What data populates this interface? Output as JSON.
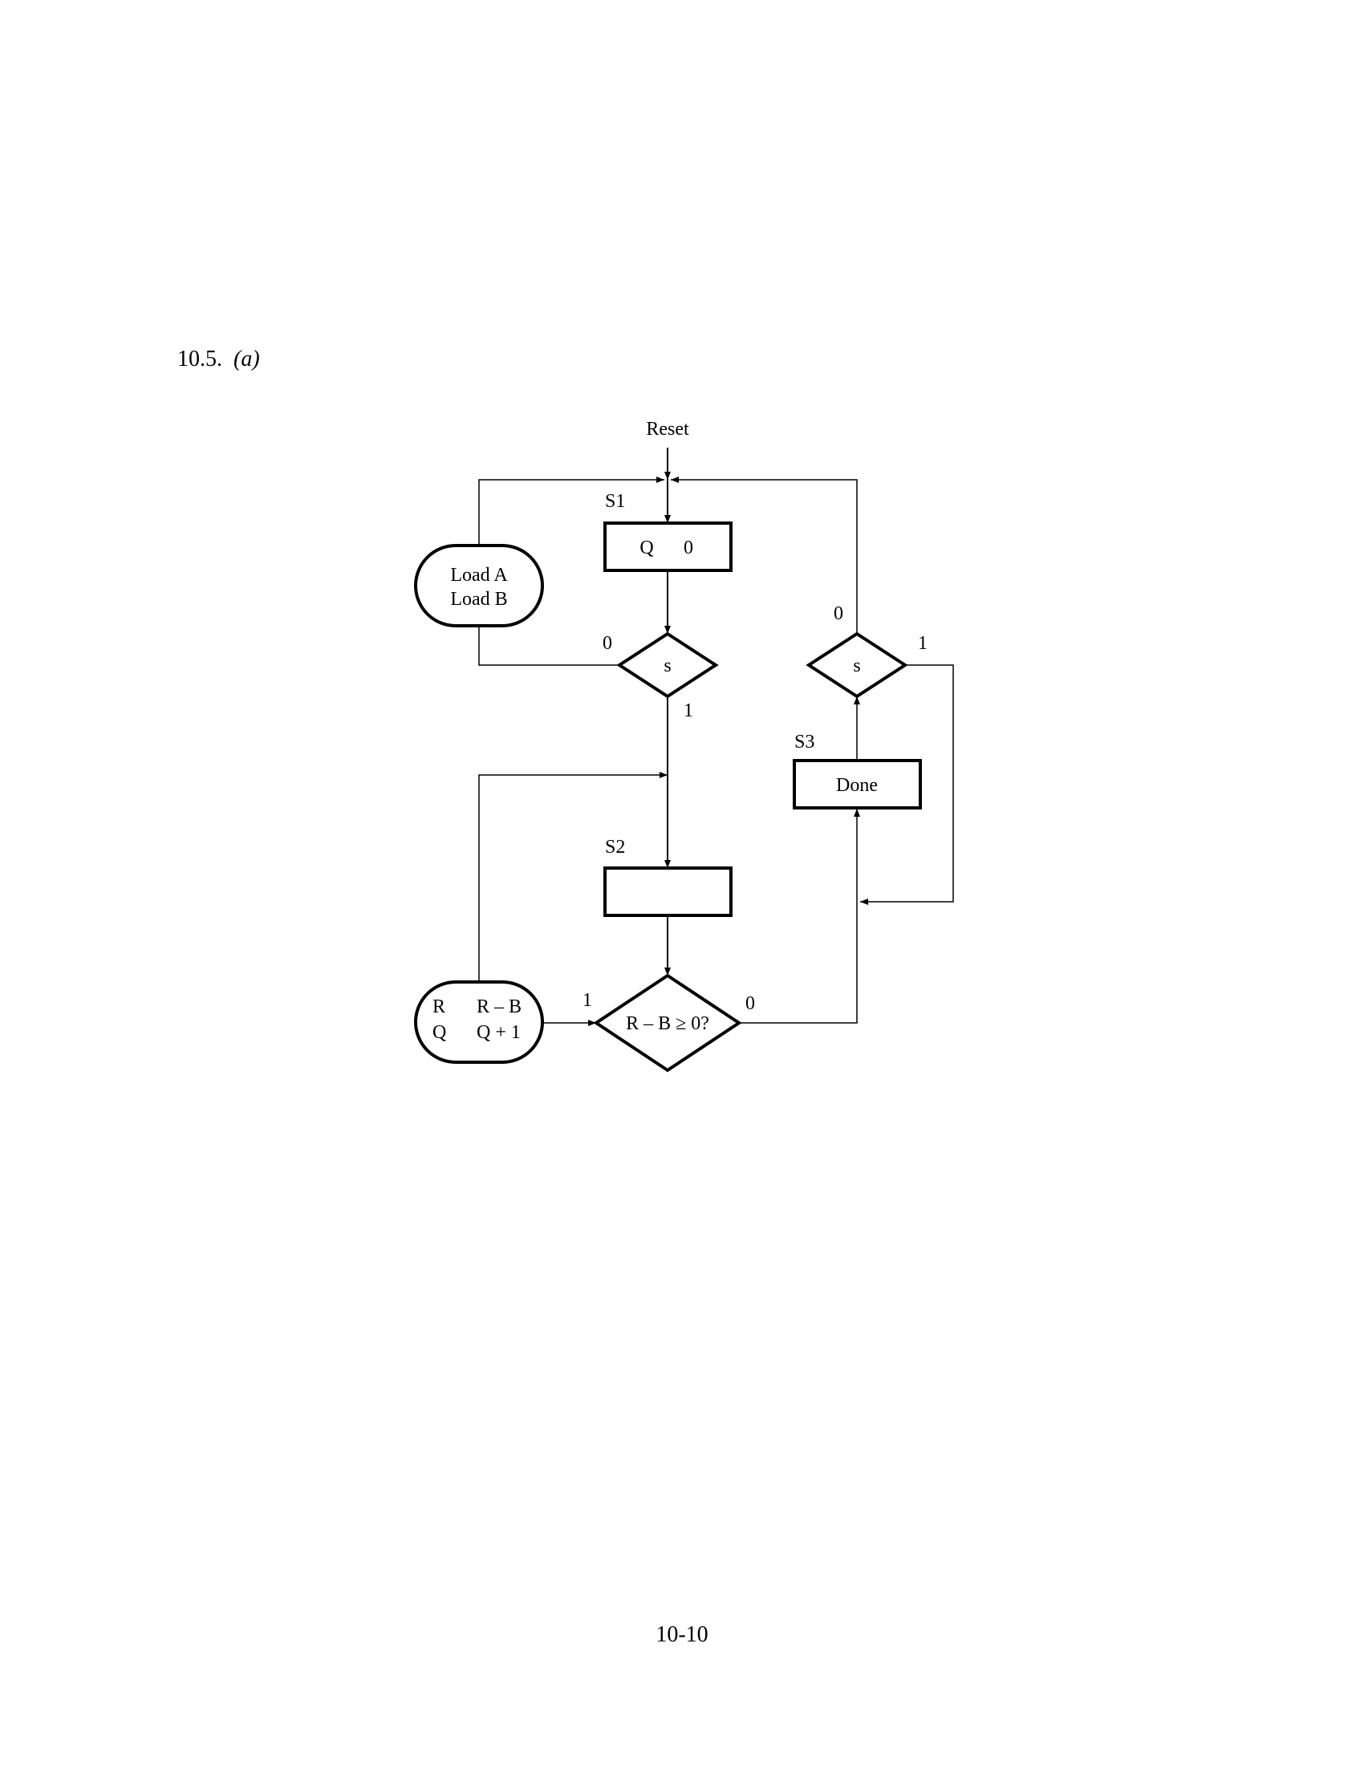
{
  "header": {
    "problem_number": "10.5.",
    "problem_part": "(a)"
  },
  "diagram": {
    "reset_label": "Reset",
    "states": {
      "s1": {
        "label": "S1",
        "action_left": "Q",
        "action_right": "0"
      },
      "s2": {
        "label": "S2"
      },
      "s3": {
        "label": "S3",
        "action": "Done"
      }
    },
    "conditional_outputs": {
      "load": {
        "line1": "Load A",
        "line2": "Load B"
      },
      "update": {
        "r_left": "R",
        "r_right": "R – B",
        "q_left": "Q",
        "q_right": "Q + 1"
      }
    },
    "decisions": {
      "s_first": {
        "label": "s",
        "no_label": "0",
        "yes_label": "1"
      },
      "s_second": {
        "label": "s",
        "no_label": "0",
        "yes_label": "1"
      },
      "compare": {
        "label": "R – B ≥ 0?",
        "yes_label": "1",
        "no_label": "0"
      }
    }
  },
  "footer": {
    "page_number": "10-10"
  }
}
